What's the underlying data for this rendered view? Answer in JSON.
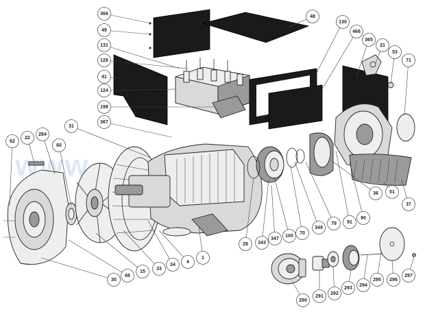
{
  "diagram": {
    "watermark": "www.              .ru",
    "callouts": [
      {
        "label": "366"
      },
      {
        "label": "49"
      },
      {
        "label": "131"
      },
      {
        "label": "128"
      },
      {
        "label": "41"
      },
      {
        "label": "124"
      },
      {
        "label": "198"
      },
      {
        "label": "367"
      },
      {
        "label": "31"
      },
      {
        "label": "284"
      },
      {
        "label": "22"
      },
      {
        "label": "62"
      },
      {
        "label": "60"
      },
      {
        "label": "48"
      },
      {
        "label": "130"
      },
      {
        "label": "466"
      },
      {
        "label": "365"
      },
      {
        "label": "21"
      },
      {
        "label": "53"
      },
      {
        "label": "71"
      },
      {
        "label": "37"
      },
      {
        "label": "51"
      },
      {
        "label": "36"
      },
      {
        "label": "90"
      },
      {
        "label": "91"
      },
      {
        "label": "79"
      },
      {
        "label": "349"
      },
      {
        "label": "70"
      },
      {
        "label": "100"
      },
      {
        "label": "347"
      },
      {
        "label": "343"
      },
      {
        "label": "28"
      },
      {
        "label": "1"
      },
      {
        "label": "4"
      },
      {
        "label": "34"
      },
      {
        "label": "33"
      },
      {
        "label": "15"
      },
      {
        "label": "68"
      },
      {
        "label": "30"
      },
      {
        "label": "290"
      },
      {
        "label": "291"
      },
      {
        "label": "292"
      },
      {
        "label": "293"
      },
      {
        "label": "294"
      },
      {
        "label": "295"
      },
      {
        "label": "296"
      },
      {
        "label": "297"
      }
    ]
  }
}
